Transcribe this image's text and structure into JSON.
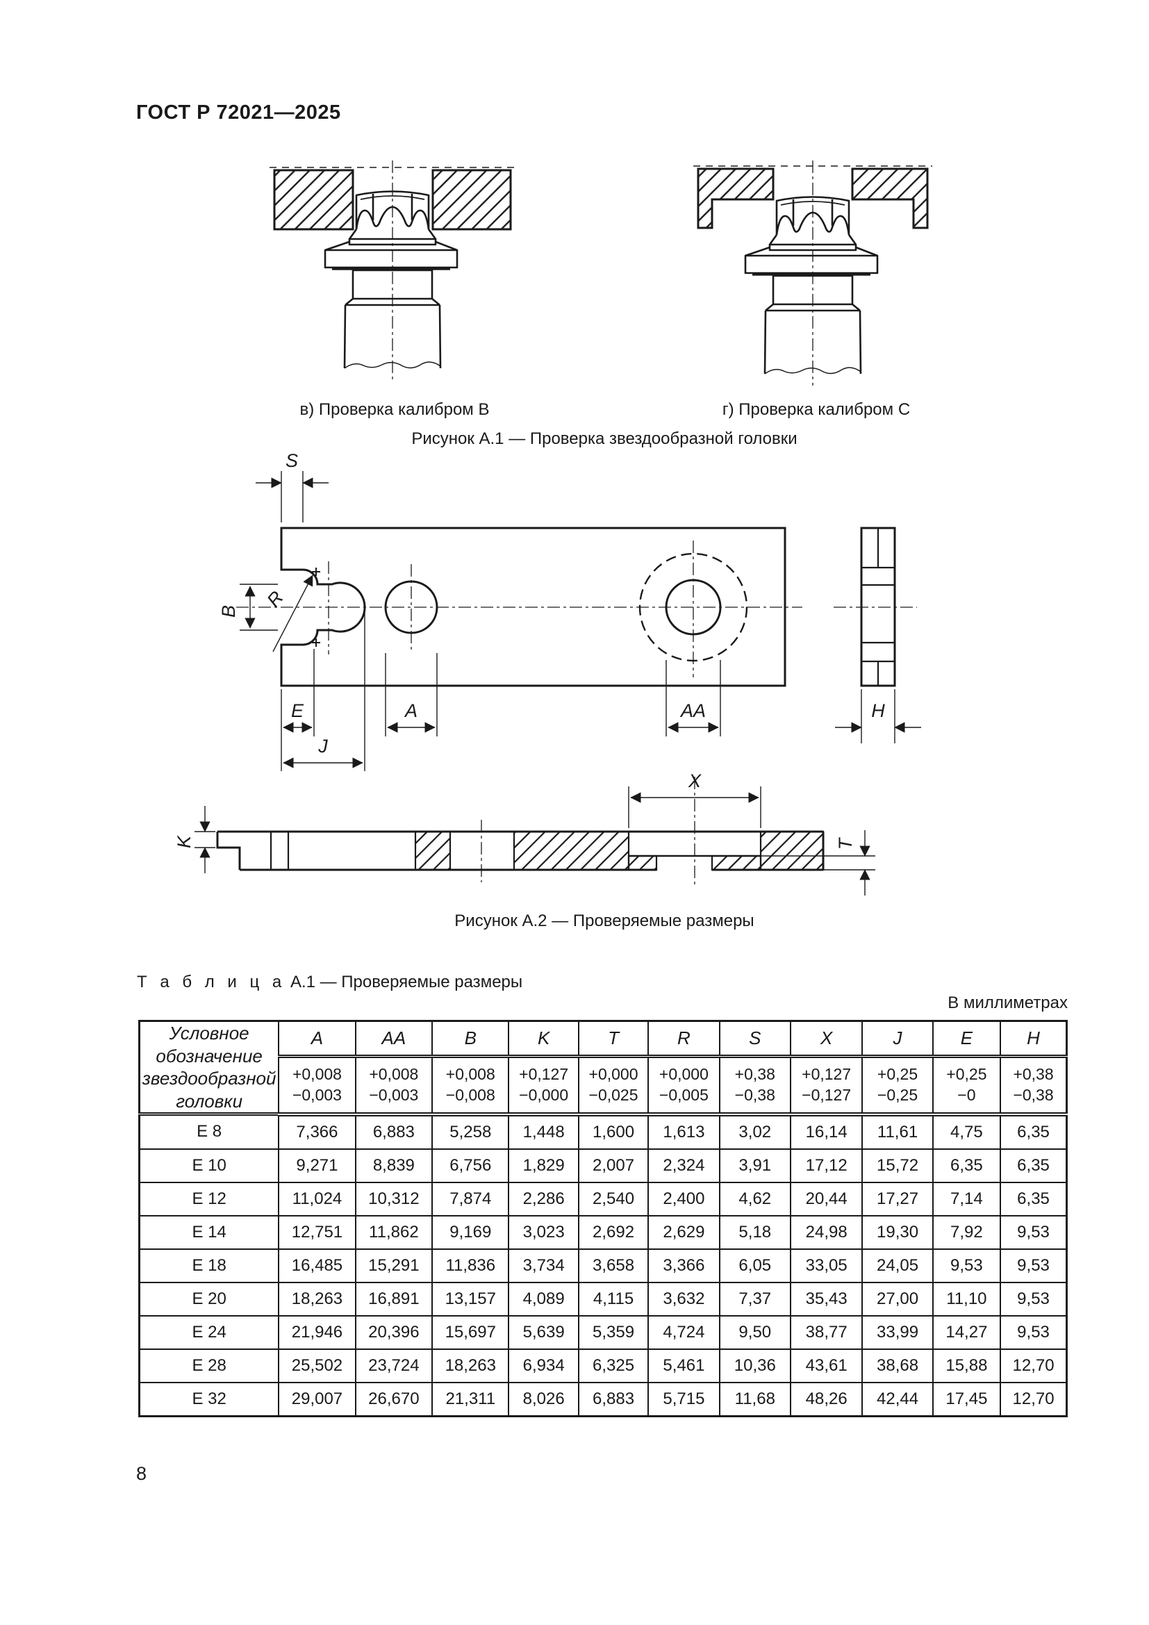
{
  "page": {
    "header": "ГОСТ Р 72021—2025",
    "number": "8"
  },
  "figure_a1": {
    "caption_b": "в) Проверка калибром В",
    "caption_c": "г) Проверка калибром С",
    "caption": "Рисунок А.1 — Проверка звездообразной головки"
  },
  "figure_a2": {
    "caption": "Рисунок А.2 — Проверяемые размеры",
    "dims": {
      "S": "S",
      "B": "B",
      "R": "R",
      "E": "E",
      "J": "J",
      "A": "A",
      "AA": "AA",
      "H": "H",
      "X": "X",
      "K": "K",
      "T": "T"
    }
  },
  "table": {
    "title_word": "Т а б л и ц а",
    "title_rest": "А.1 — Проверяемые размеры",
    "units": "В  миллиметрах",
    "stub_header": "Условное обозначение звездообразной головки",
    "columns": [
      {
        "letter": "A",
        "plus": "+0,008",
        "minus": "−0,003"
      },
      {
        "letter": "AA",
        "plus": "+0,008",
        "minus": "−0,003"
      },
      {
        "letter": "B",
        "plus": "+0,008",
        "minus": "−0,008"
      },
      {
        "letter": "K",
        "plus": "+0,127",
        "minus": "−0,000"
      },
      {
        "letter": "T",
        "plus": "+0,000",
        "minus": "−0,025"
      },
      {
        "letter": "R",
        "plus": "+0,000",
        "minus": "−0,005"
      },
      {
        "letter": "S",
        "plus": "+0,38",
        "minus": "−0,38"
      },
      {
        "letter": "X",
        "plus": "+0,127",
        "minus": "−0,127"
      },
      {
        "letter": "J",
        "plus": "+0,25",
        "minus": "−0,25"
      },
      {
        "letter": "E",
        "plus": "+0,25",
        "minus": "−0"
      },
      {
        "letter": "H",
        "plus": "+0,38",
        "minus": "−0,38"
      }
    ],
    "rows": [
      {
        "name": "E 8",
        "values": [
          "7,366",
          "6,883",
          "5,258",
          "1,448",
          "1,600",
          "1,613",
          "3,02",
          "16,14",
          "11,61",
          "4,75",
          "6,35"
        ]
      },
      {
        "name": "E 10",
        "values": [
          "9,271",
          "8,839",
          "6,756",
          "1,829",
          "2,007",
          "2,324",
          "3,91",
          "17,12",
          "15,72",
          "6,35",
          "6,35"
        ]
      },
      {
        "name": "E 12",
        "values": [
          "11,024",
          "10,312",
          "7,874",
          "2,286",
          "2,540",
          "2,400",
          "4,62",
          "20,44",
          "17,27",
          "7,14",
          "6,35"
        ]
      },
      {
        "name": "E 14",
        "values": [
          "12,751",
          "11,862",
          "9,169",
          "3,023",
          "2,692",
          "2,629",
          "5,18",
          "24,98",
          "19,30",
          "7,92",
          "9,53"
        ]
      },
      {
        "name": "E 18",
        "values": [
          "16,485",
          "15,291",
          "11,836",
          "3,734",
          "3,658",
          "3,366",
          "6,05",
          "33,05",
          "24,05",
          "9,53",
          "9,53"
        ]
      },
      {
        "name": "E 20",
        "values": [
          "18,263",
          "16,891",
          "13,157",
          "4,089",
          "4,115",
          "3,632",
          "7,37",
          "35,43",
          "27,00",
          "11,10",
          "9,53"
        ]
      },
      {
        "name": "E 24",
        "values": [
          "21,946",
          "20,396",
          "15,697",
          "5,639",
          "5,359",
          "4,724",
          "9,50",
          "38,77",
          "33,99",
          "14,27",
          "9,53"
        ]
      },
      {
        "name": "E 28",
        "values": [
          "25,502",
          "23,724",
          "18,263",
          "6,934",
          "6,325",
          "5,461",
          "10,36",
          "43,61",
          "38,68",
          "15,88",
          "12,70"
        ]
      },
      {
        "name": "E 32",
        "values": [
          "29,007",
          "26,670",
          "21,311",
          "8,026",
          "6,883",
          "5,715",
          "11,68",
          "48,26",
          "42,44",
          "17,45",
          "12,70"
        ]
      }
    ]
  }
}
